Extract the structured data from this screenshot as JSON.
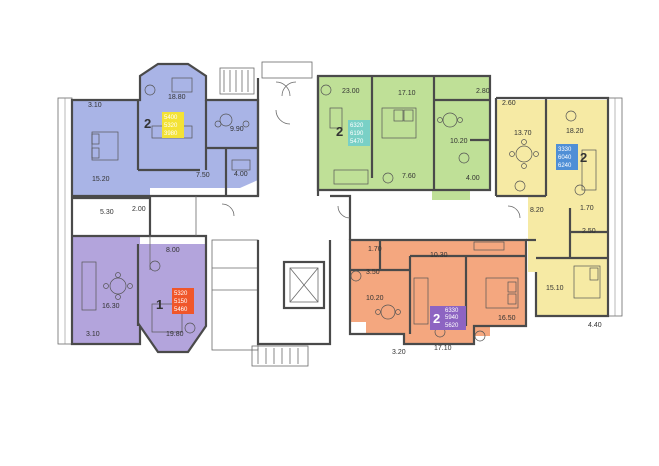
{
  "colors": {
    "blue": "#a9b4e6",
    "purple": "#b3a4dc",
    "green": "#bfe097",
    "orange": "#f4a77f",
    "yellow": "#f6eaa4",
    "badge_yellow": "#f3e235",
    "badge_teal": "#79d0c6",
    "badge_red": "#f0562a",
    "badge_purple": "#8d64c2",
    "badge_blue": "#4f8fd6",
    "wall": "#4a4a4a"
  },
  "apartments": [
    {
      "id": "blue",
      "rooms_count": "2",
      "areas": [
        "5400",
        "5320",
        "3980"
      ],
      "dims": [
        {
          "t": "3.10"
        },
        {
          "t": "18.80"
        },
        {
          "t": "9.90"
        },
        {
          "t": "15.20"
        },
        {
          "t": "7.50"
        },
        {
          "t": "4.00"
        }
      ]
    },
    {
      "id": "green",
      "rooms_count": "2",
      "areas": [
        "6320",
        "6190",
        "5470"
      ],
      "dims": [
        {
          "t": "23.00"
        },
        {
          "t": "17.10"
        },
        {
          "t": "2.80"
        },
        {
          "t": "10.20"
        },
        {
          "t": "7.60"
        },
        {
          "t": "4.00"
        }
      ]
    },
    {
      "id": "yellow",
      "rooms_count": "2",
      "areas": [
        "3330",
        "6040",
        "6240"
      ],
      "dims": [
        {
          "t": "2.60"
        },
        {
          "t": "13.70"
        },
        {
          "t": "18.20"
        },
        {
          "t": "8.20"
        },
        {
          "t": "1.70"
        },
        {
          "t": "2.50"
        },
        {
          "t": "15.10"
        },
        {
          "t": "4.40"
        }
      ]
    },
    {
      "id": "purple",
      "rooms_count": "1",
      "areas": [
        "5320",
        "5150",
        "5460"
      ],
      "dims": [
        {
          "t": "5.30"
        },
        {
          "t": "2.00"
        },
        {
          "t": "8.00"
        },
        {
          "t": "16.30"
        },
        {
          "t": "19.80"
        },
        {
          "t": "3.10"
        }
      ]
    },
    {
      "id": "orange",
      "rooms_count": "2",
      "areas": [
        "6330",
        "5940",
        "5620"
      ],
      "dims": [
        {
          "t": "1.70"
        },
        {
          "t": "10.30"
        },
        {
          "t": "3.50"
        },
        {
          "t": "10.20"
        },
        {
          "t": "16.50"
        },
        {
          "t": "3.20"
        },
        {
          "t": "17.10"
        }
      ]
    }
  ]
}
